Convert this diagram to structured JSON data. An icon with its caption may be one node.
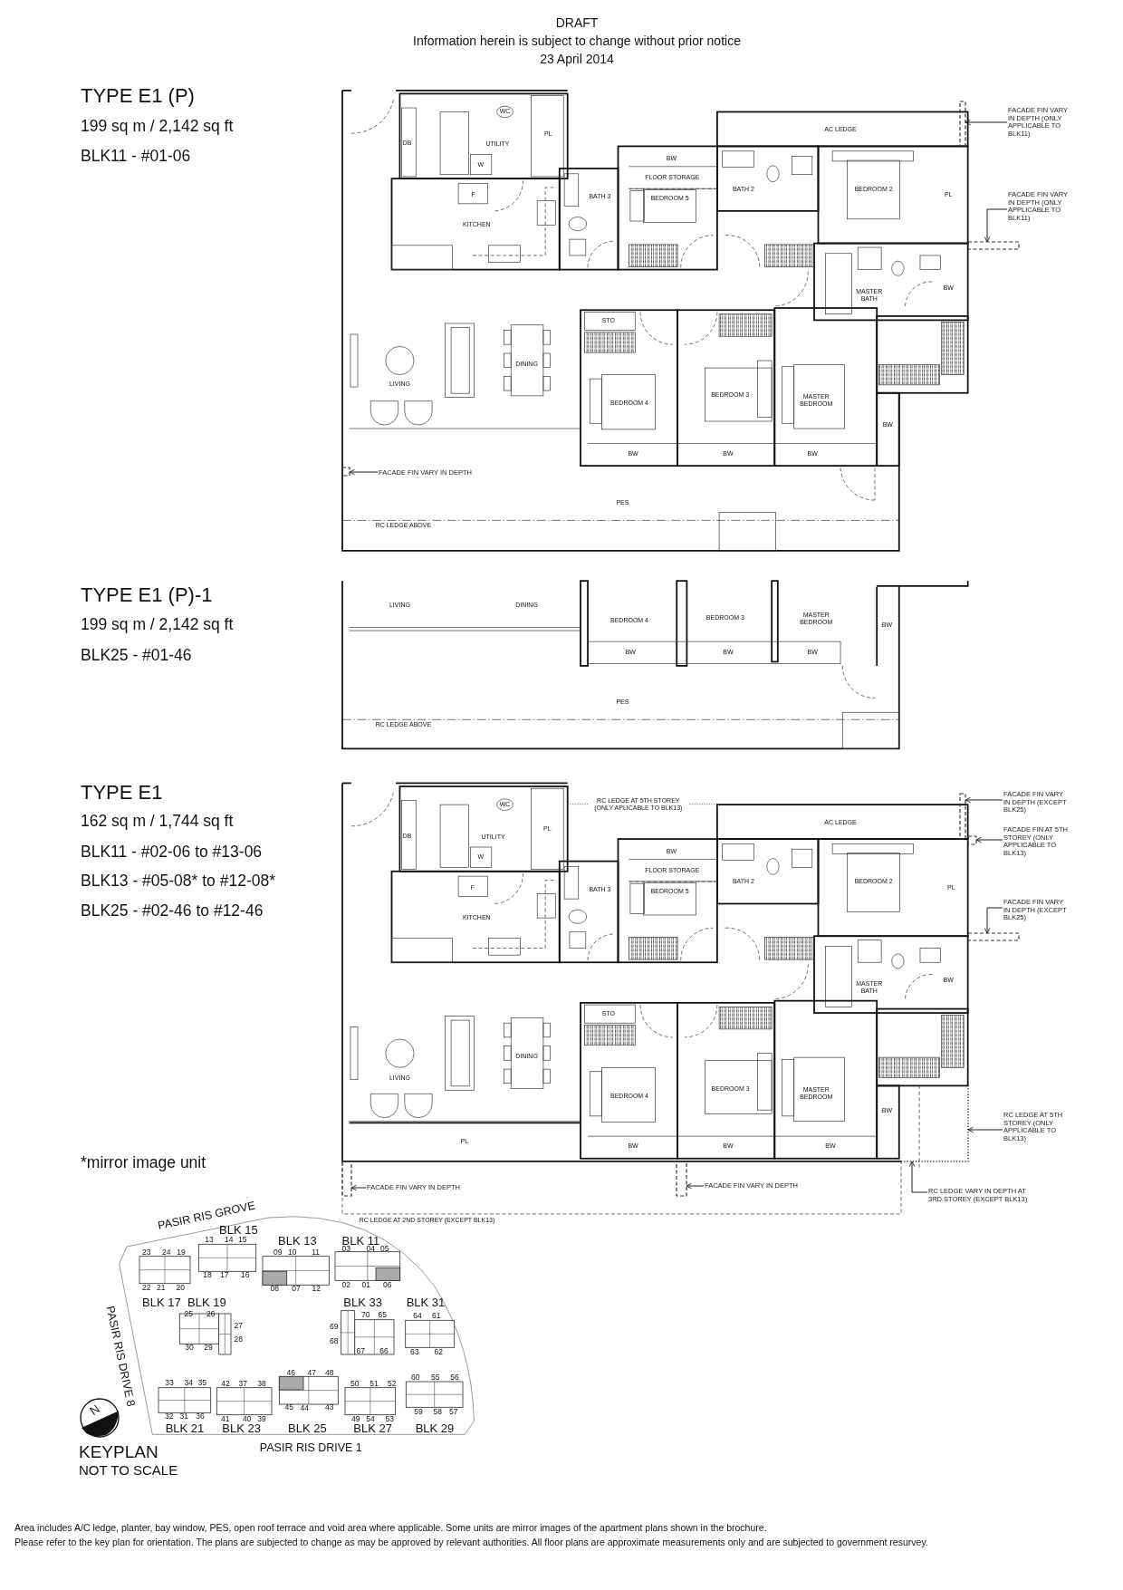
{
  "diagram": {
    "title": "DRAFT",
    "nodes": [
      {
        "text": [
          "FACADE FIN VARY IN DEPTH (ONLY APPLICABLE TO BLK11)"
        ]
      },
      {
        "text": [
          "FACADE FIN VARY IN DEPTH (ONLY APPLICABLE TO BLK11)"
        ]
      },
      {
        "text": [
          "FACADE FIN VARY IN DEPTH"
        ]
      },
      {
        "text": [
          "FACADE FIN VARY IN DEPTH (EXCEPT BLK25)"
        ]
      },
      {
        "text": [
          "FACADE FIN AT 5TH STOREY (ONLY APPLICABLE TO BLK13)"
        ]
      },
      {
        "text": [
          "FACADE FIN VARY IN DEPTH (EXCEPT BLK25)"
        ]
      },
      {
        "text": [
          "RC LEDGE AT 5TH STOREY (ONLY APPLICABLE TO BLK13)"
        ]
      },
      {
        "text": [
          "RC LEDGE VARY IN DEPTH AT 3RD STOREY (EXCEPT BLK13)"
        ]
      },
      {
        "text": [
          "FACADE FIN VARY IN DEPTH"
        ]
      },
      {
        "text": [
          "FACADE FIN VARY IN DEPTH"
        ]
      },
      {
        "text": [],
        "shape": "bar"
      },
      {
        "text": [],
        "shape": "bar"
      },
      {
        "text": [],
        "shape": "bar"
      },
      {
        "text": [],
        "shape": "bar"
      },
      {
        "text": [],
        "shape": "bar"
      },
      {
        "text": [],
        "shape": "bar"
      },
      {
        "text": [],
        "shape": "box"
      },
      {
        "text": [],
        "shape": "bar"
      },
      {
        "text": [],
        "shape": "bar"
      }
    ],
    "edges": [
      {
        "from": 0,
        "to": 10,
        "arrow": "to"
      },
      {
        "from": 1,
        "to": 11,
        "arrow": "to"
      },
      {
        "from": 2,
        "to": 12,
        "arrow": "to"
      },
      {
        "from": 3,
        "to": 13,
        "arrow": "to"
      },
      {
        "from": 4,
        "to": 14,
        "arrow": "to"
      },
      {
        "from": 5,
        "to": 15,
        "arrow": "to"
      },
      {
        "from": 6,
        "to": 16,
        "arrow": "to"
      },
      {
        "from": 7,
        "to": 16,
        "arrow": "to"
      },
      {
        "from": 8,
        "to": 17,
        "arrow": "to"
      },
      {
        "from": 9,
        "to": 18,
        "arrow": "to"
      }
    ],
    "labels": [
      "Information herein is subject to change without prior notice",
      "23 April 2014",
      "TYPE E1 (P)",
      "199 sq m / 2,142 sq ft",
      "BLK11 - #01-06",
      "DB",
      "WC",
      "UTILITY",
      "PL",
      "W",
      "F",
      "KITCHEN",
      "AC LEDGE",
      "BW",
      "FLOOR STORAGE",
      "BATH 3",
      "BEDROOM 5",
      "BATH 2",
      "BEDROOM 2",
      "PL",
      "MASTER BATH",
      "BW",
      "STO",
      "DINING",
      "LIVING",
      "BEDROOM 3",
      "BEDROOM 4",
      "MASTER BEDROOM",
      "BW",
      "BW",
      "BW",
      "BW",
      "PES",
      "RC LEDGE ABOVE",
      "TYPE E1 (P)-1",
      "199 sq m / 2,142 sq ft",
      "BLK25 - #01-46",
      "LIVING",
      "DINING",
      "BEDROOM 4",
      "BEDROOM 3",
      "MASTER BEDROOM",
      "BW",
      "BW",
      "BW",
      "BW",
      "PES",
      "RC LEDGE ABOVE",
      "TYPE E1",
      "162 sq m / 1,744 sq ft",
      "BLK11 - #02-06 to #13-06",
      "BLK13 - #05-08* to #12-08*",
      "BLK25 - #02-46 to #12-46",
      "DB",
      "WC",
      "UTILITY",
      "PL",
      "W",
      "RC LEDGE AT 5TH STOREY (ONLY APLICABLE TO BLK13)",
      "F",
      "KITCHEN",
      "AC LEDGE",
      "BW",
      "FLOOR STORAGE",
      "BATH 3",
      "BEDROOM 5",
      "BATH 2",
      "BEDROOM 2",
      "PL",
      "MASTER BATH",
      "BW",
      "STO",
      "DINING",
      "LIVING",
      "BEDROOM 3",
      "BEDROOM 4",
      "MASTER BEDROOM",
      "BW",
      "PL",
      "BW",
      "BW",
      "BW",
      "RC LEDGE AT 2ND STOREY (EXCEPT BLK13)",
      "*mirror image unit",
      "PASIR RIS GROVE",
      "BLK 15",
      "13",
      "14",
      "15",
      "BLK 13",
      "BLK 11",
      "23",
      "24",
      "19",
      "09",
      "10",
      "11",
      "03",
      "04",
      "05",
      "18",
      "17",
      "16",
      "22",
      "21",
      "20",
      "08",
      "07",
      "12",
      "02",
      "01",
      "06",
      "BLK 17",
      "BLK 19",
      "BLK 33",
      "BLK 31",
      "25",
      "26",
      "70",
      "65",
      "64",
      "61",
      "27",
      "69",
      "28",
      "68",
      "30",
      "29",
      "67",
      "66",
      "63",
      "62",
      "PASIR RIS DRIVE 8",
      "46",
      "47",
      "48",
      "60",
      "55",
      "56",
      "33",
      "34",
      "35",
      "42",
      "37",
      "38",
      "50",
      "51",
      "52",
      "45",
      "44",
      "43",
      "59",
      "58",
      "57",
      "32",
      "31",
      "36",
      "41",
      "40",
      "39",
      "49",
      "54",
      "53",
      "N",
      "KEYPLAN",
      "BLK 21",
      "BLK 23",
      "BLK 25",
      "BLK 27",
      "BLK 29",
      "NOT TO SCALE",
      "PASIR RIS DRIVE 1",
      "Area includes A/C ledge, planter, bay window, PES, open roof terrace and void area where applicable. Some units are mirror images of the apartment plans shown in the brochure.",
      "Please refer to the key plan for orientation. The plans are subjected to change as may be approved by relevant authorities. All floor plans are approximate measurements only and are subjected to government resurvey."
    ]
  }
}
